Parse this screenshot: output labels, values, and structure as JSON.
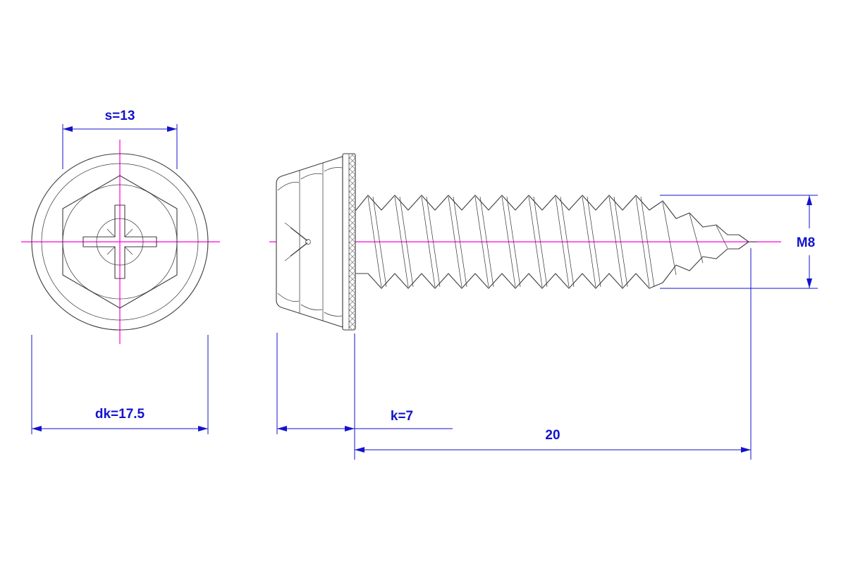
{
  "colors": {
    "dimension_blue": "#1313cc",
    "centerline_magenta": "#ff00dd",
    "geometry_gray": "#3d3d3d",
    "background": "#ffffff"
  },
  "dimensions": {
    "across_flats": "s=13",
    "flange_diameter": "dk=17.5",
    "head_height": "k=7",
    "length": "20",
    "thread_size": "M8"
  }
}
